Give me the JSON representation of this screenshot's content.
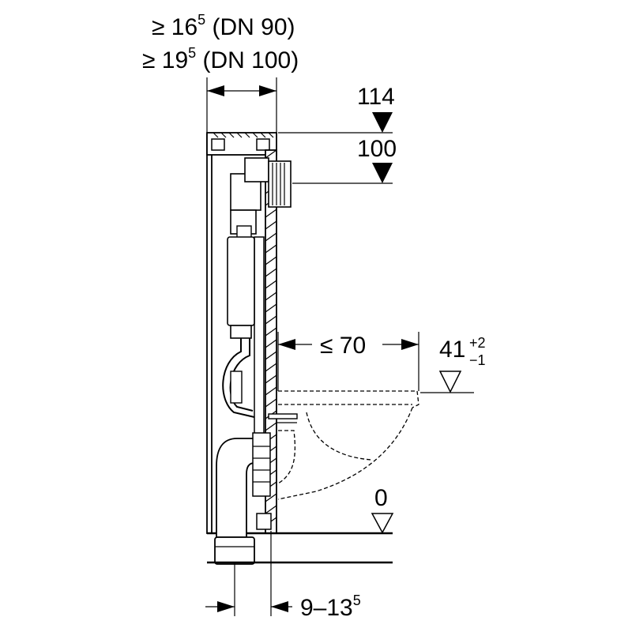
{
  "dimensions": {
    "depth_dn90": {
      "base": "≥ 16",
      "sup": "5",
      "suffix": " (DN 90)"
    },
    "depth_dn100": {
      "base": "≥ 19",
      "sup": "5",
      "suffix": " (DN 100)"
    },
    "height_top": "114",
    "height_second": "100",
    "projection": "≤ 70",
    "rim_height": {
      "base": "41",
      "sup": "+2",
      "sub": "−1"
    },
    "floor_level": "0",
    "wall_gap": {
      "base": "9–13",
      "sup": "5"
    }
  }
}
